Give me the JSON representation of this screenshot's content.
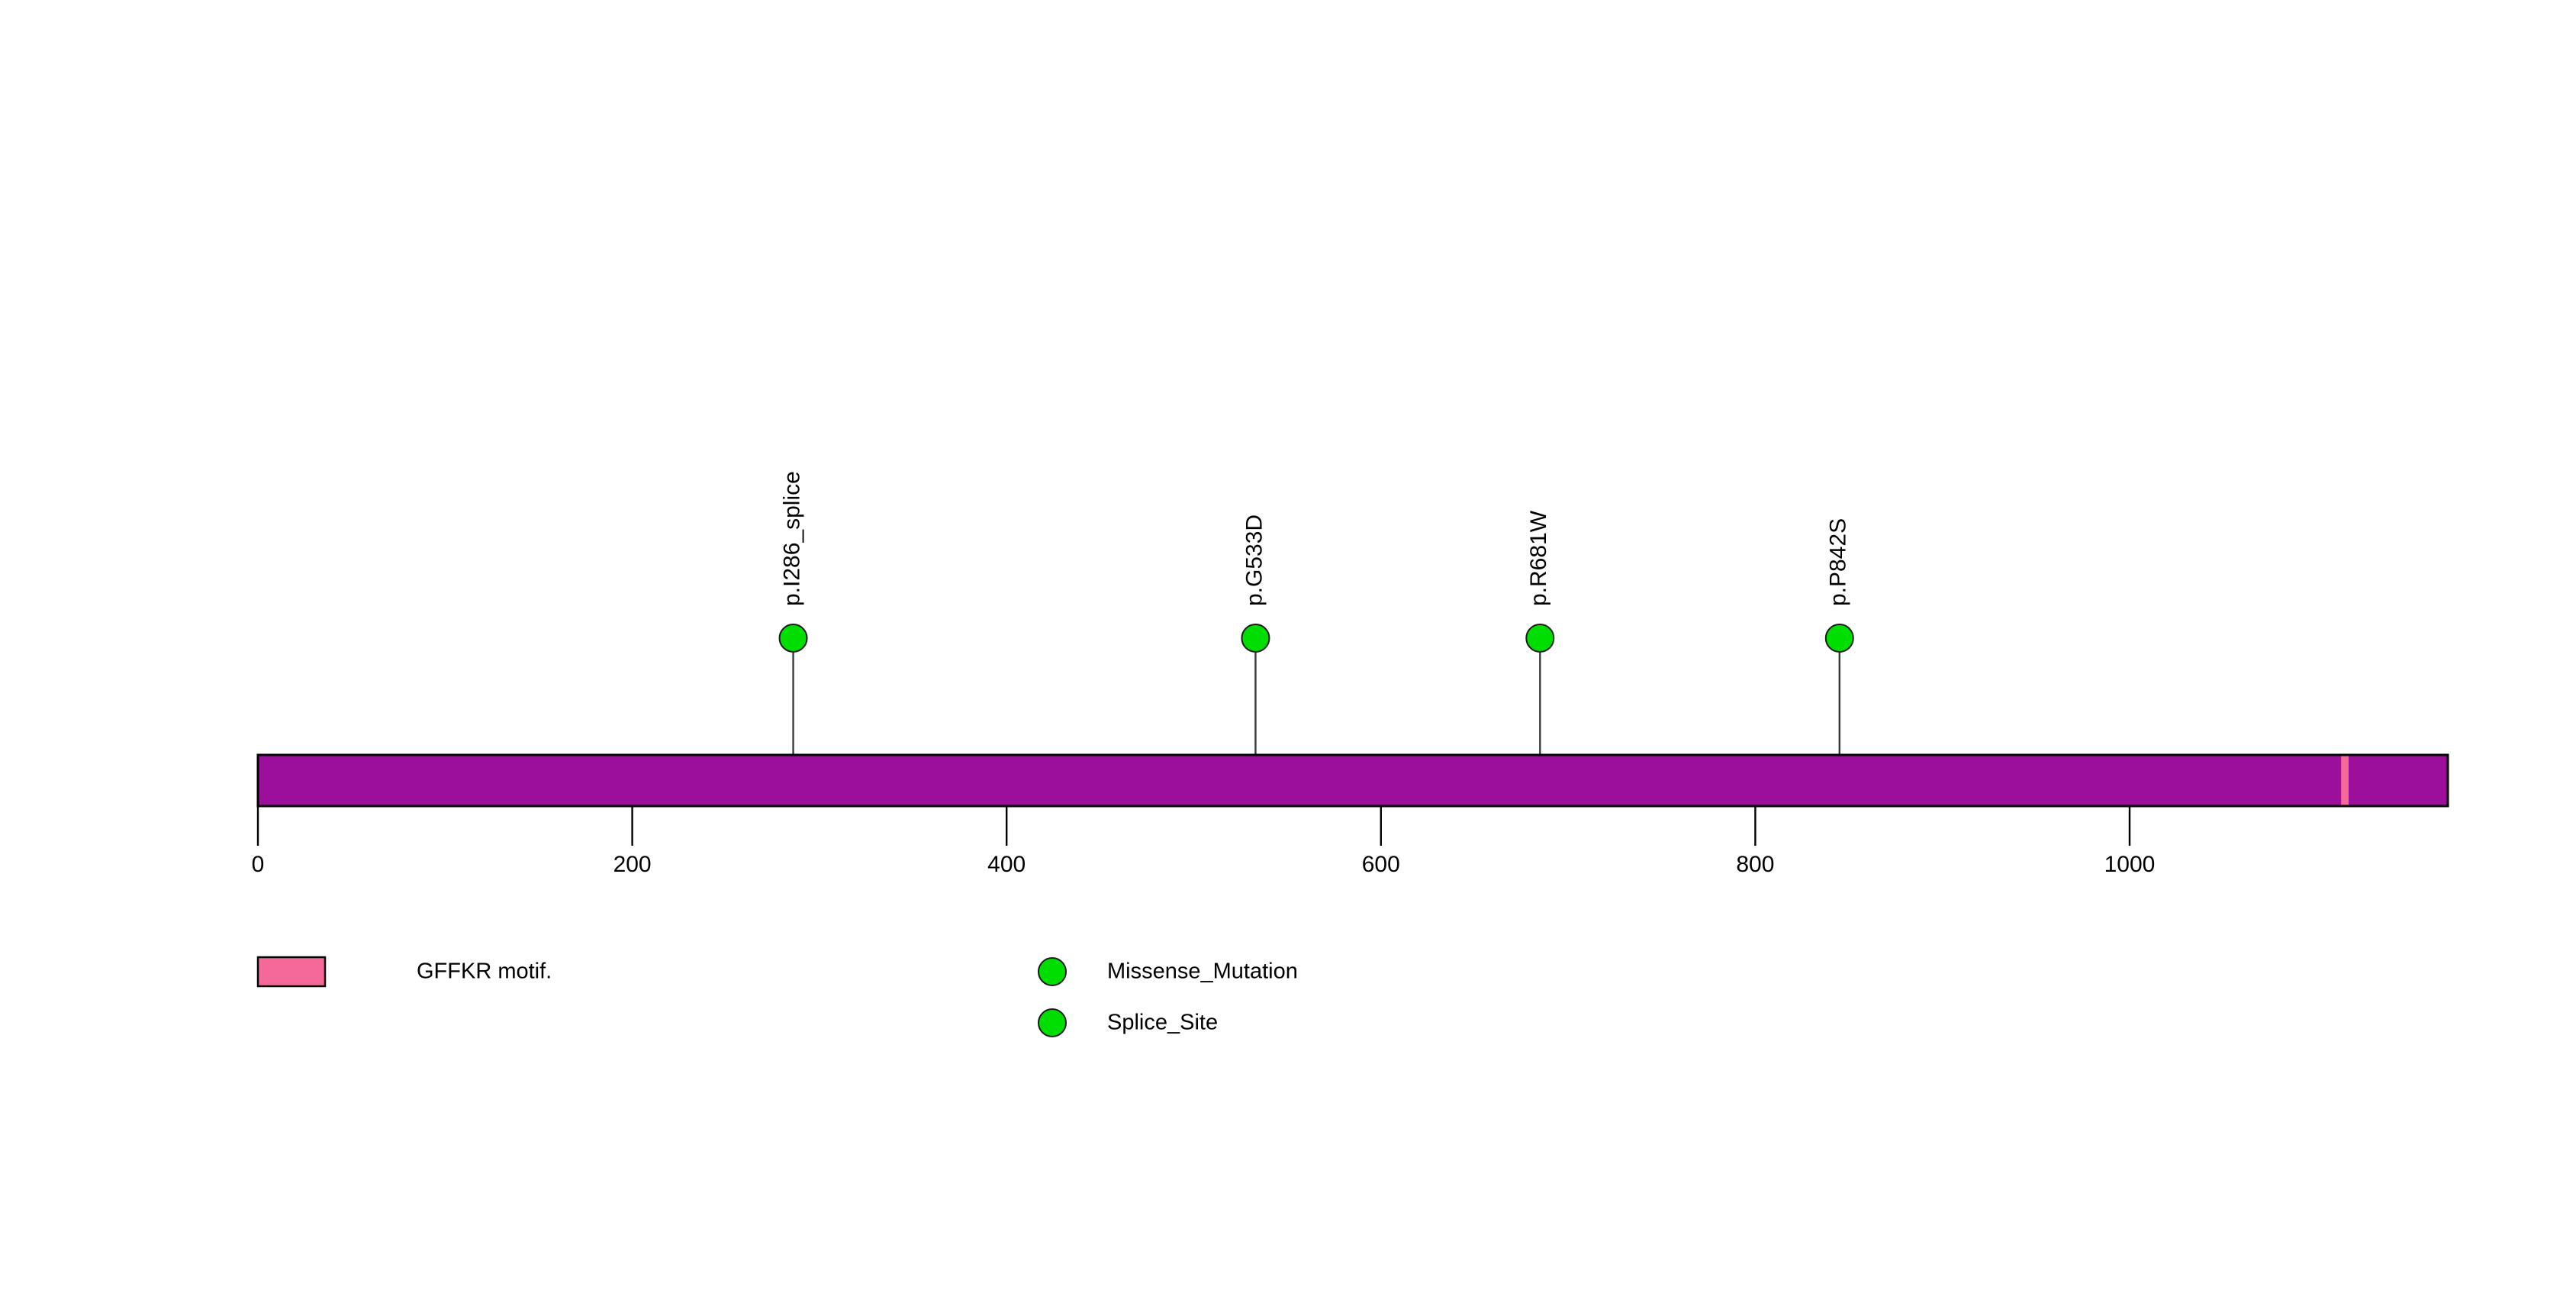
{
  "chart_data": {
    "type": "lollipop",
    "title": "",
    "xlabel": "",
    "ylabel": "",
    "protein_length": 1170,
    "axis": {
      "min": 0,
      "max": 1170,
      "ticks": [
        0,
        200,
        400,
        600,
        800,
        1000
      ],
      "tick_labels": [
        "0",
        "200",
        "400",
        "600",
        "800",
        "1000"
      ],
      "grid": false
    },
    "backbone": {
      "name": "protein-backbone",
      "start": 0,
      "end": 1170,
      "color": "#9C0E9C"
    },
    "domains": [
      {
        "name": "GFFKR motif.",
        "start": 1113,
        "end": 1117,
        "color": "#F4699A"
      }
    ],
    "mutations": [
      {
        "label": "p.I286_splice",
        "position": 286,
        "count": 1,
        "type": "Splice_Site",
        "color": "#00DD00"
      },
      {
        "label": "p.G533D",
        "position": 533,
        "count": 1,
        "type": "Missense_Mutation",
        "color": "#00DD00"
      },
      {
        "label": "p.R681W",
        "position": 685,
        "count": 1,
        "type": "Missense_Mutation",
        "color": "#00DD00"
      },
      {
        "label": "p.P842S",
        "position": 845,
        "count": 1,
        "type": "Missense_Mutation",
        "color": "#00DD00"
      }
    ],
    "legend": {
      "position": "bottom",
      "domain_entries": [
        {
          "label": "GFFKR motif.",
          "color": "#F4699A",
          "shape": "rect"
        }
      ],
      "mutation_entries": [
        {
          "label": "Missense_Mutation",
          "color": "#00DD00",
          "shape": "circle"
        },
        {
          "label": "Splice_Site",
          "color": "#00DD00",
          "shape": "circle"
        }
      ]
    }
  }
}
